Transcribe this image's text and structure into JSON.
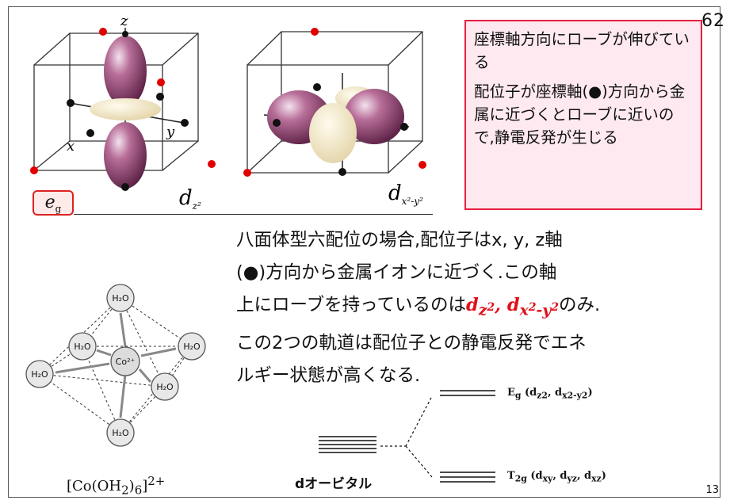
{
  "page_number": "62",
  "slide_number": "13",
  "note": {
    "line1": "座標軸方向にローブが伸びている",
    "line2": "配位子が座標軸(●)方向から金属に近づくとローブに近いので,静電反発が生じる"
  },
  "orbitals": {
    "badge_base": "e",
    "badge_sub": "g",
    "axis_z": "z",
    "axis_x": "x",
    "axis_y": "y",
    "dz2_base": "d",
    "dz2_sub": "z²",
    "dx2y2_base": "d",
    "dx2y2_sub": "x²-y²"
  },
  "main_text": {
    "line1": "八面体型六配位の場合,配位子はx, y, z軸",
    "line2": "(●)方向から金属イオンに近づく.この軸",
    "line3_pre": "上にローブを持っているのは",
    "line3_em1": "d",
    "line3_em1_sub": "z",
    "line3_em1_sup": "2",
    "line3_em_sep": ", ",
    "line3_em2": "d",
    "line3_em2_sub": "x",
    "line3_em2_sup": "2",
    "line3_em2_sub2": "-y",
    "line3_em2_sup2": "2",
    "line3_post": "のみ.",
    "line4": "この2つの軌道は配位子との静電反発でエネ",
    "line5": "ルギー状態が高くなる."
  },
  "complex": {
    "ligand": "H₂O",
    "metal": "Co²⁺",
    "formula_pre": "[Co(OH",
    "formula_sub1": "2",
    "formula_mid": ")",
    "formula_sub2": "6",
    "formula_close": "]",
    "formula_sup": "2+"
  },
  "energy_diagram": {
    "d_label": "dオービタル",
    "eg_label": "E",
    "eg_sub": "g",
    "eg_detail_pre": " (d",
    "eg_detail_sub1": "z2",
    "eg_detail_mid": ", d",
    "eg_detail_sub2": "x2-y2",
    "eg_detail_post": ")",
    "t2g_label": "T",
    "t2g_sub": "2g",
    "t2g_detail_pre": " (d",
    "t2g_sub1": "xy",
    "t2g_mid1": ", d",
    "t2g_sub2": "yz",
    "t2g_mid2": ", d",
    "t2g_sub3": "xz",
    "t2g_post": ")"
  },
  "colors": {
    "lobe": "#8a3a6a",
    "torus": "#f2e8c8",
    "red_dot": "#e00000",
    "accent_border": "#e32040"
  }
}
